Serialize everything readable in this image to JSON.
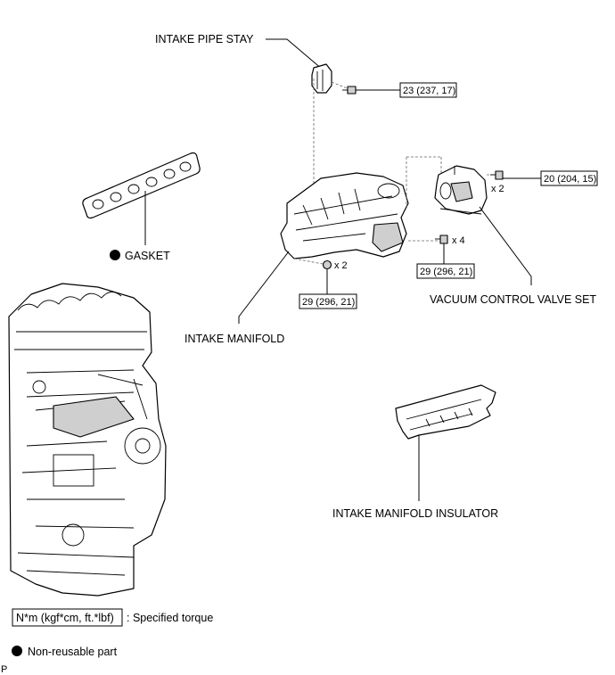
{
  "labels": {
    "intake_pipe_stay": "INTAKE PIPE STAY",
    "gasket": "GASKET",
    "intake_manifold": "INTAKE MANIFOLD",
    "vacuum_control_valve_set": "VACUUM CONTROL VALVE SET",
    "intake_manifold_insulator": "INTAKE MANIFOLD INSULATOR"
  },
  "torques": {
    "pipe_stay_bolt": "23 (237, 17)",
    "vcv_bolt": "20 (204, 15)",
    "manifold_bolt": "29 (296, 21)",
    "manifold_nut": "29 (296, 21)"
  },
  "quantities": {
    "vcv_bolt": "x 2",
    "manifold_bolt": "x 4",
    "manifold_nut": "x 2"
  },
  "legend": {
    "torque_unit": "N*m (kgf*cm, ft.*lbf)",
    "torque_desc": ": Specified torque",
    "non_reusable": "Non-reusable part"
  },
  "footer_code": "P"
}
